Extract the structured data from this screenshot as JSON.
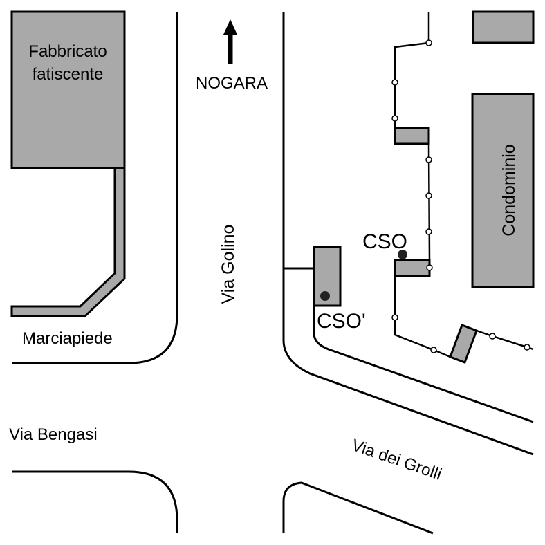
{
  "labels": {
    "building_left": [
      "Fabbricato",
      "fatiscente"
    ],
    "condominio": "Condominio",
    "north": "NOGARA",
    "via_golino": "Via Golino",
    "marciapiede": "Marciapiede",
    "via_bengasi": "Via Bengasi",
    "via_dei_grolli": "Via dei Grolli",
    "cso": "CSO",
    "cso_prime": "CSO'"
  },
  "colors": {
    "building_fill": "#a9a9a9",
    "outline": "#000000",
    "background": "#ffffff"
  },
  "icons": {
    "north_arrow": "arrow-up-icon",
    "measurement_point": "filled-circle-icon",
    "fence_post": "open-circle-icon"
  }
}
